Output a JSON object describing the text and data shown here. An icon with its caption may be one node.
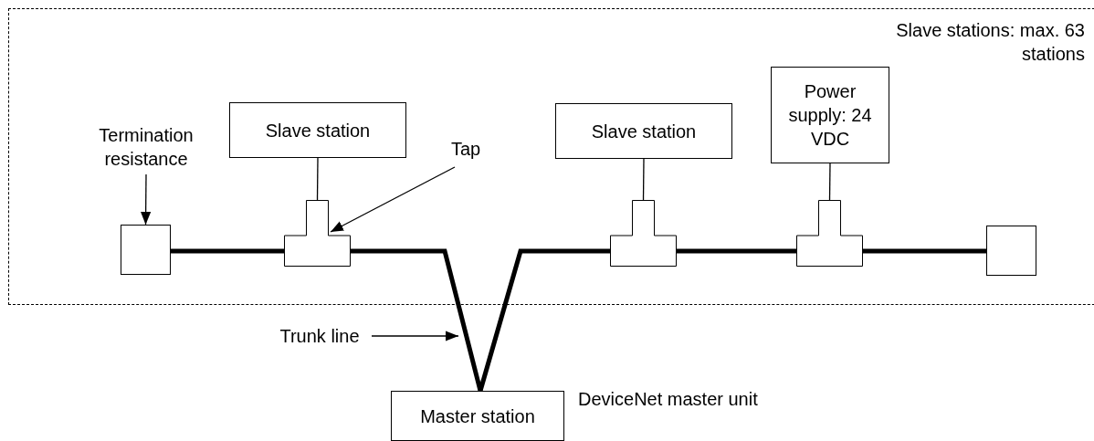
{
  "diagram": {
    "nodes": [
      {
        "text": [
          "Slave stations: max. 63 stations"
        ]
      },
      {
        "text": [
          "Termination resistance"
        ],
        "in": 0
      },
      {
        "text": [],
        "shape": "box",
        "in": 0
      },
      {
        "text": [
          "Slave station"
        ],
        "in": 0
      },
      {
        "text": [
          "Tap"
        ],
        "in": 0
      },
      {
        "text": [],
        "shape": "tee",
        "in": 0
      },
      {
        "text": [
          "Slave station"
        ],
        "in": 0
      },
      {
        "text": [],
        "shape": "tee",
        "in": 0
      },
      {
        "text": [
          "Power supply: 24 VDC"
        ],
        "in": 0
      },
      {
        "text": [],
        "shape": "tee",
        "in": 0
      },
      {
        "text": [],
        "shape": "box",
        "in": 0
      },
      {
        "text": [
          "Trunk line"
        ]
      },
      {
        "text": [
          "Master station"
        ],
        "beside": [
          "DeviceNet master unit"
        ]
      }
    ],
    "edges": [
      {
        "from": 1,
        "to": 2,
        "arrow": "to"
      },
      {
        "from": 4,
        "to": 5,
        "arrow": "to"
      },
      {
        "from": 3,
        "to": 5,
        "arrow": "none"
      },
      {
        "from": 6,
        "to": 7,
        "arrow": "none"
      },
      {
        "from": 8,
        "to": 9,
        "arrow": "none"
      },
      {
        "from": 2,
        "to": 5,
        "arrow": "none",
        "style": "thick"
      },
      {
        "from": 5,
        "to": 12,
        "arrow": "none",
        "style": "thick"
      },
      {
        "from": 12,
        "to": 7,
        "arrow": "none",
        "style": "thick"
      },
      {
        "from": 7,
        "to": 9,
        "arrow": "none",
        "style": "thick"
      },
      {
        "from": 9,
        "to": 10,
        "arrow": "none",
        "style": "thick"
      },
      {
        "from": 11,
        "to": null,
        "arrow": "to"
      }
    ]
  }
}
